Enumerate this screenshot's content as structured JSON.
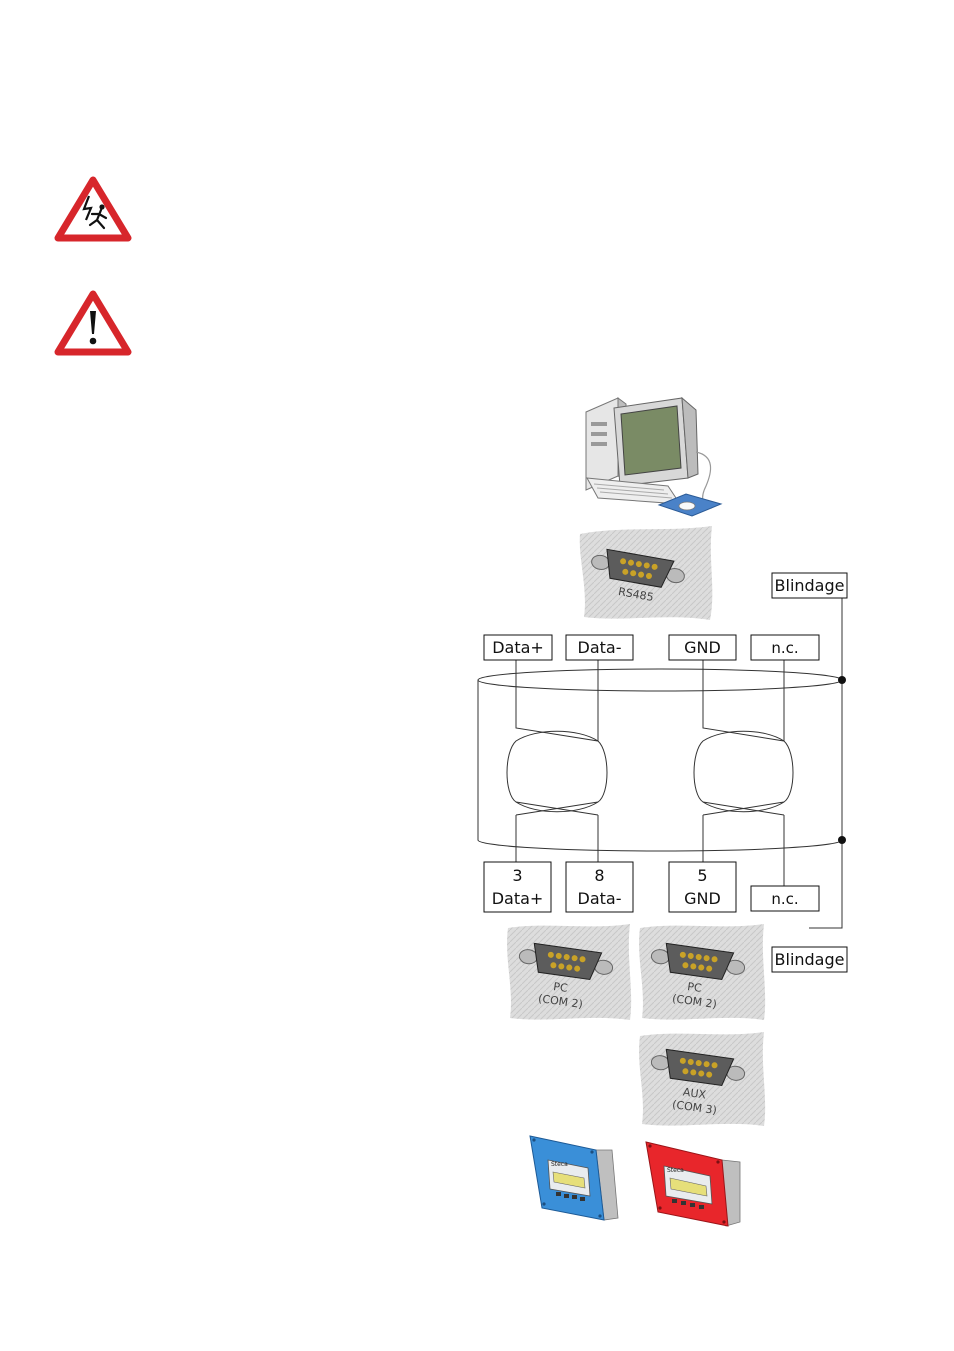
{
  "top_labels": {
    "blindage": "Blindage",
    "data_plus": "Data+",
    "data_minus": "Data-",
    "gnd": "GND",
    "nc": "n.c."
  },
  "bottom_labels": {
    "pin3_num": "3",
    "pin3_name": "Data+",
    "pin8_num": "8",
    "pin8_name": "Data-",
    "pin5_num": "5",
    "pin5_name": "GND",
    "nc": "n.c.",
    "blindage": "Blindage"
  },
  "connectors": {
    "rs485": "RS485",
    "pc1_line1": "PC",
    "pc1_line2": "(COM 2)",
    "pc2_line1": "PC",
    "pc2_line2": "(COM 2)",
    "aux_line1": "AUX",
    "aux_line2": "(COM 3)"
  },
  "devices": {
    "brand": "Steca",
    "blue_color": "#3a8fd8",
    "red_color": "#e8262b"
  },
  "colors": {
    "warning_red": "#d7262b",
    "pin_gold": "#c9a227",
    "connector_bg": "#dcdcdc"
  }
}
